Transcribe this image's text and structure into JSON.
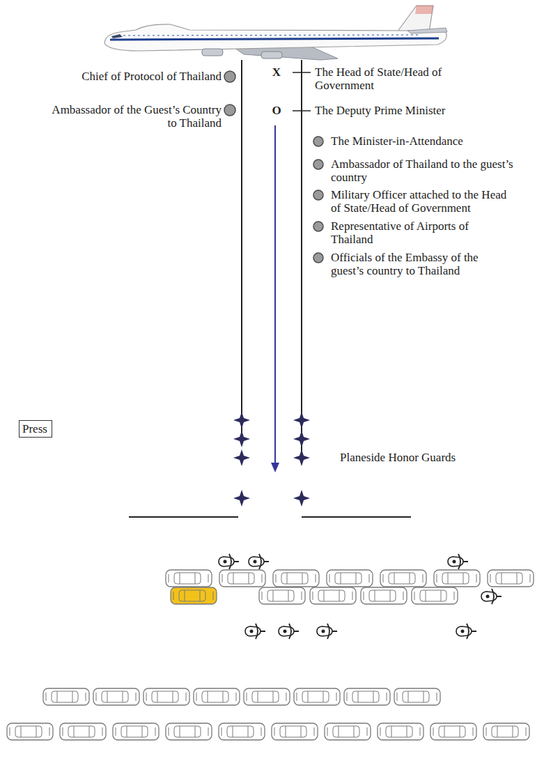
{
  "diagram": {
    "nodes": [
      {
        "text": [
          "Press"
        ]
      }
    ],
    "labels": [
      "Chief of Protocol of Thailand",
      "X",
      "The Head of State/Head of Government",
      "Ambassador of the Guest’s Country to Thailand",
      "O",
      "The Deputy Prime Minister",
      "The Minister-in-Attendance",
      "Ambassador of Thailand to the guest’s country",
      "Military Officer attached to the Head of State/Head of Government",
      "Representative of Airports of Thailand",
      "Officials of the Embassy of the guest’s country to Thailand",
      "Planeside Honor Guards"
    ]
  }
}
